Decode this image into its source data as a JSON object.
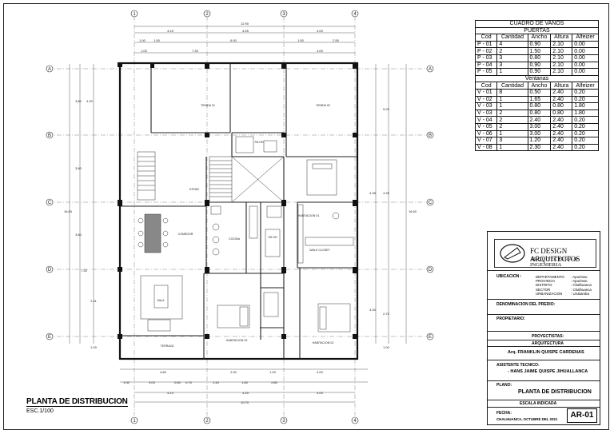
{
  "schedule": {
    "title": "CUADRO DE VANOS",
    "doors_title": "PUERTAS",
    "windows_title": "Ventanas",
    "door_headers": [
      "Cod",
      "Cantidad",
      "Ancho",
      "Altura",
      "Alfeizer"
    ],
    "doors": [
      [
        "P - 01",
        "4",
        "0.90",
        "2.10",
        "0.00"
      ],
      [
        "P - 02",
        "2",
        "1.50",
        "2.10",
        "0.00"
      ],
      [
        "P - 03",
        "3",
        "0.80",
        "2.10",
        "0.00"
      ],
      [
        "P - 04",
        "3",
        "0.90",
        "2.10",
        "0.00"
      ],
      [
        "P - 05",
        "1",
        "0.90",
        "2.10",
        "0.00"
      ]
    ],
    "window_headers": [
      "Cod",
      "Cantidad",
      "Ancho",
      "Altura",
      "Alfeizer"
    ],
    "windows": [
      [
        "V - 01",
        "8",
        "0.50",
        "2.40",
        "0.20"
      ],
      [
        "V - 02",
        "1",
        "1.65",
        "2.40",
        "0.20"
      ],
      [
        "V - 03",
        "1",
        "0.80",
        "0.80",
        "1.80"
      ],
      [
        "V - 03",
        "2",
        "0.80",
        "0.80",
        "1.80"
      ],
      [
        "V - 04",
        "2",
        "2.40",
        "2.40",
        "0.20"
      ],
      [
        "V - 05",
        "2",
        "3.00",
        "2.40",
        "0.20"
      ],
      [
        "V - 06",
        "1",
        "3.00",
        "2.40",
        "0.20"
      ],
      [
        "V - 07",
        "3",
        "1.20",
        "2.40",
        "0.20"
      ],
      [
        "V - 08",
        "1",
        "2.30",
        "2.40",
        "0.20"
      ]
    ]
  },
  "title_block": {
    "firm_name": "FC DESIGN ARQUITECTOS",
    "firm_sub": "ARQUITECTURA & INGENIERIA",
    "location_label": "UBICACION :",
    "location_fields": [
      "DEPARTAMENTO",
      "PROVINCIA",
      "DISTRITO",
      "SECTOR",
      "URBANIZACION"
    ],
    "location_values": [
      ": Apurimac",
      ": Apurimac",
      ": Chalhuanca",
      ": Chalhuanca",
      ": Urubamba"
    ],
    "property_label": "DENOMINACION DEL PREDIO:",
    "owner_label": "PROPIETARIO:",
    "designer_label": "PROYECTISTAS:",
    "discipline": "ARQUITECTURA",
    "architect": "Arq. FRANKLIN QUISPE CARDENAS",
    "assistant_label": "ASISTENTE TECNICO:",
    "assistant": "- HANS JAIME QUISPE JIHUALLANCA",
    "plan_label": "PLANO:",
    "plan_name": "PLANTA DE DISTRIBUCION",
    "scale_label": "ESCALA INDICADA",
    "date_label": "FECHA:",
    "date_value": "CHALHUANCA, OCTUBRE DEL 2021",
    "sheet": "AR-01"
  },
  "plan": {
    "title": "PLANTA DE DISTRIBUCION",
    "scale": "ESC.1/100",
    "axes_vertical": [
      "1",
      "2",
      "3",
      "4"
    ],
    "axes_horizontal": [
      "A",
      "B",
      "C",
      "D",
      "E"
    ],
    "top_dims": [
      "12.90",
      "4.15",
      "4.45",
      "4.00",
      "1.00",
      "1.50",
      "6.00",
      "1.50",
      "2.55",
      "1.00",
      "7.30",
      "4.00"
    ],
    "bottom_dims": [
      "4.80",
      "2.90",
      "1.20",
      "4.00",
      "1.00",
      "3.03",
      "0.80",
      "0.70",
      "2.40",
      "1.60",
      "2.80",
      "4.15",
      "4.45",
      "4.00",
      "10.70"
    ],
    "left_dims": [
      "4.20",
      "3.80",
      "3.80",
      "3.80",
      "2.41",
      "7.30",
      "16.60",
      "1.00"
    ],
    "right_dims": [
      "5.20",
      "4.35",
      "4.35",
      "4.30",
      "2.70",
      "1.00",
      "16.60"
    ],
    "rooms": [
      "TIENDA 01",
      "TIENDA 02",
      "SS.HH",
      "ESTAR",
      "COMEDOR",
      "COCINA",
      "SALA",
      "TERRAZA",
      "HABITACION 01",
      "WALK CLOSET",
      "HABITACION 02",
      "HABITACION 03",
      "SS.HH"
    ]
  }
}
